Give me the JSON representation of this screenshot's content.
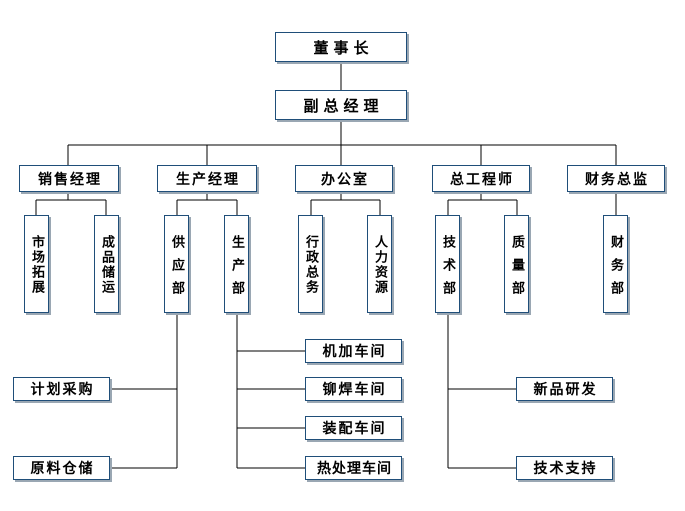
{
  "org": {
    "chairman": "董事长",
    "vp": "副总经理",
    "sales_manager": "销售经理",
    "production_manager": "生产经理",
    "office": "办公室",
    "chief_engineer": "总工程师",
    "finance_director": "财务总监",
    "market_expansion": "市场拓展",
    "product_storage": "成品储运",
    "supply_dept": "供应部",
    "production_dept": "生产部",
    "admin_affairs": "行政总务",
    "human_resources": "人力资源",
    "technical_dept": "技术部",
    "quality_dept": "质量部",
    "finance_dept": "财务部",
    "procurement_plan": "计划采购",
    "material_storage": "原料仓储",
    "machining_workshop": "机加车间",
    "welding_workshop": "铆焊车间",
    "assembly_workshop": "装配车间",
    "heat_treatment_workshop": "热处理车间",
    "new_product_rd": "新品研发",
    "tech_support": "技术支持"
  },
  "colors": {
    "box_border": "#1f4e79",
    "line": "#000000",
    "shadow": "#9aa7b3"
  }
}
